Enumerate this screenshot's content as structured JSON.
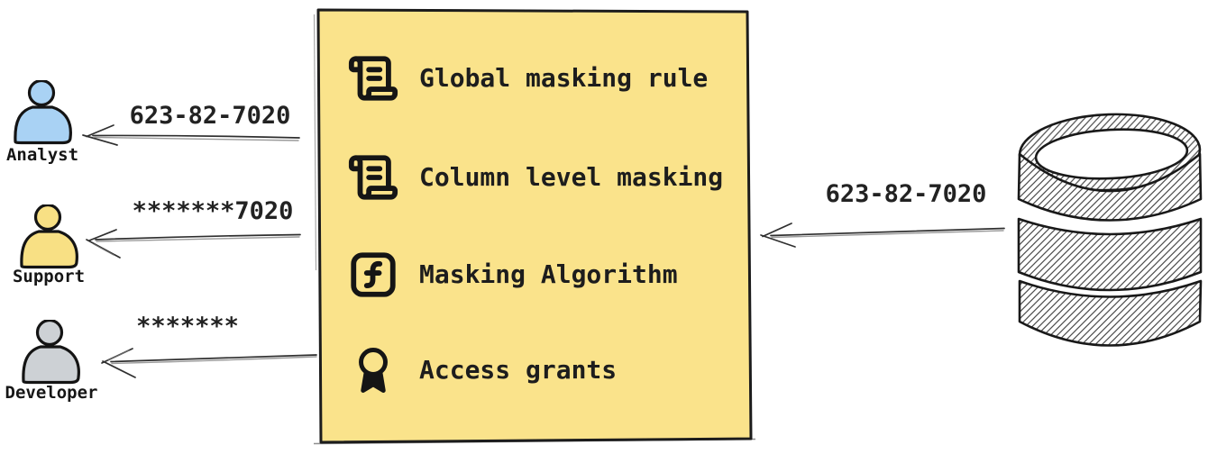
{
  "users": [
    {
      "name": "Analyst",
      "received_value": "623-82-7020",
      "fill": "#a9d2f4"
    },
    {
      "name": "Support",
      "received_value": "*******7020",
      "fill": "#f8e084"
    },
    {
      "name": "Developer",
      "received_value": "*******",
      "fill": "#cdd1d5"
    }
  ],
  "masking_box": {
    "fill": "#fae38b",
    "border_color": "#1c1c1c",
    "items": [
      {
        "icon": "scroll-text-icon",
        "label": "Global masking rule"
      },
      {
        "icon": "scroll-text-icon",
        "label": "Column level masking"
      },
      {
        "icon": "function-square-icon",
        "label": "Masking Algorithm"
      },
      {
        "icon": "award-icon",
        "label": "Access grants"
      }
    ]
  },
  "database": {
    "icon": "database-icon",
    "outbound_value": "623-82-7020"
  }
}
